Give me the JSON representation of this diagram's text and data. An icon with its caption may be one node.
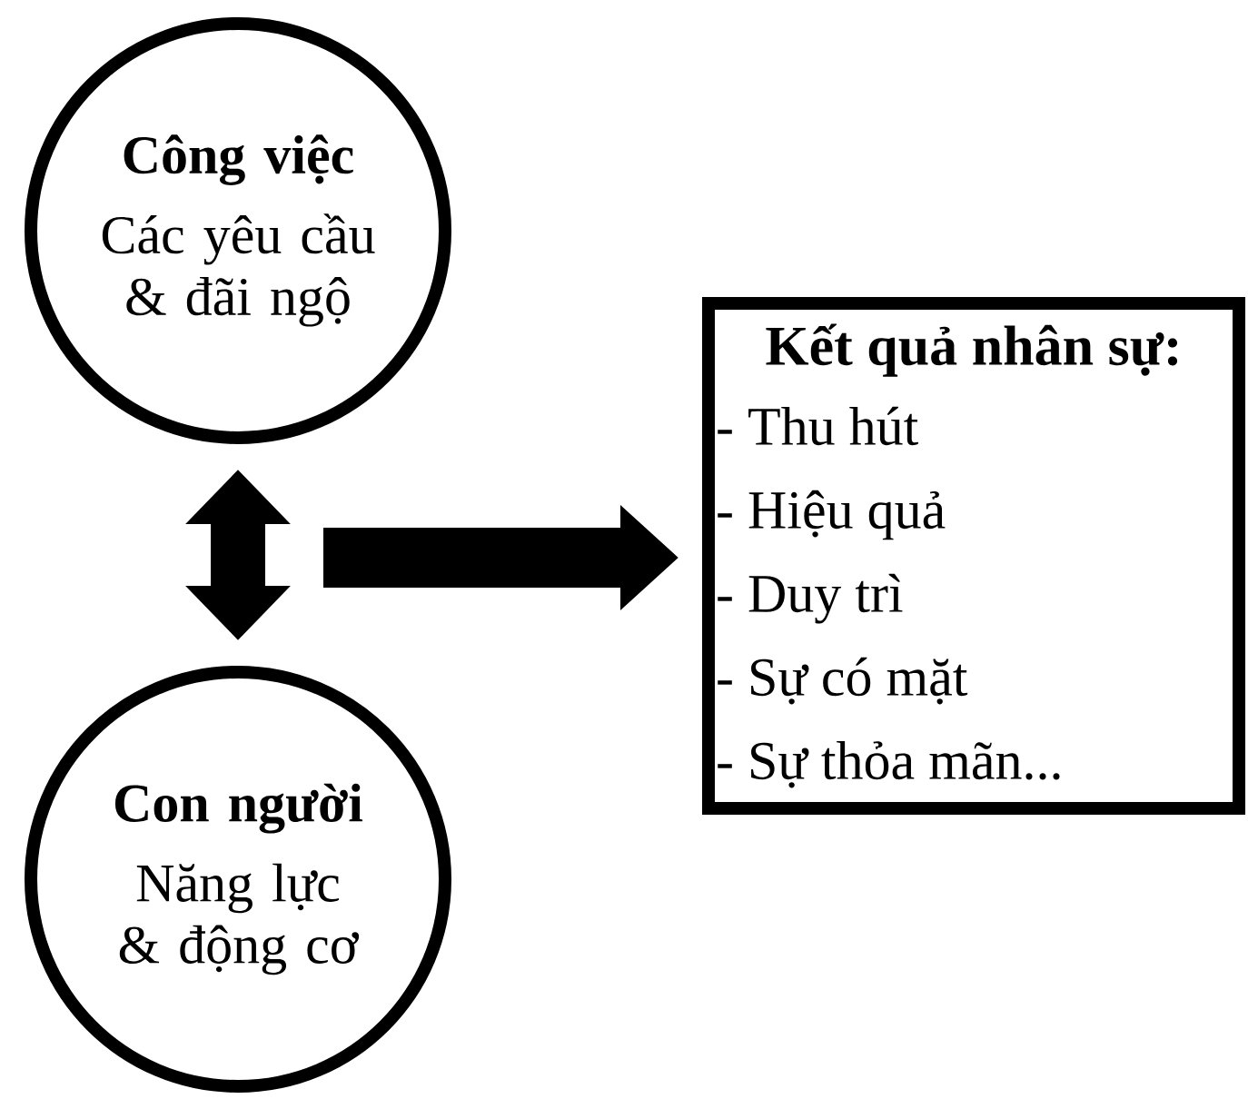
{
  "diagram": {
    "nodes": [
      {
        "text": [
          "Công việc",
          "Các yêu cầu & đãi ngộ"
        ]
      },
      {
        "text": [
          "Con người",
          "Năng lực & động cơ"
        ]
      },
      {
        "text": [
          "Kết quả nhân sự:",
          "- Thu hút",
          "- Hiệu quả",
          "- Duy trì",
          "- Sự có mặt",
          "- Sự thỏa mãn..."
        ]
      }
    ],
    "edges": [
      {
        "from": 0,
        "to": 1,
        "arrow": "both"
      },
      {
        "from": null,
        "to": 2,
        "arrow": "to"
      }
    ]
  }
}
